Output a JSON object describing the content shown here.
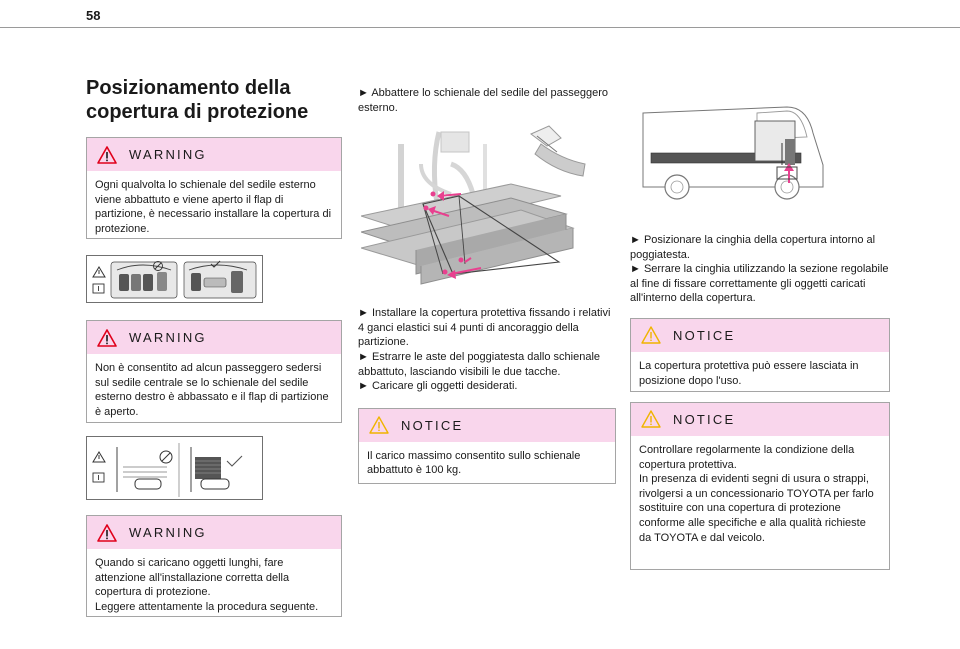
{
  "page": {
    "number": "58"
  },
  "section_title": "Posizionamento della copertura di protezione",
  "col1": {
    "warnings": [
      {
        "keyword": "WARNING",
        "text": "Ogni qualvolta lo schienale del sedile esterno viene abbattuto e viene aperto il flap di partizione, è necessario installare la copertura di protezione."
      },
      {
        "keyword": "WARNING",
        "text": "Non è consentito ad alcun passeggero sedersi sul sedile centrale se lo schienale del sedile esterno destro è abbassato e il flap di partizione è aperto."
      },
      {
        "keyword": "WARNING",
        "text_lines": [
          "Quando si caricano oggetti lunghi, fare attenzione all'installazione corretta della copertura di protezione.",
          "Leggere attentamente la procedura seguente."
        ]
      }
    ]
  },
  "col2": {
    "step1": "► Abbattere lo schienale del sedile del passeggero esterno.",
    "steps": [
      "► Installare la copertura protettiva fissando i relativi 4 ganci elastici sui 4 punti di ancoraggio della partizione.",
      "► Estrarre le aste del poggiatesta dallo schienale abbattuto, lasciando visibili le due tacche.",
      "► Caricare gli oggetti desiderati."
    ],
    "notice": {
      "keyword": "NOTICE",
      "text": "Il carico massimo consentito sullo schienale abbattuto è 100 kg."
    }
  },
  "col3": {
    "steps": [
      "► Posizionare la cinghia della copertura intorno al poggiatesta.",
      "► Serrare la cinghia utilizzando la sezione regolabile al fine di fissare correttamente gli oggetti caricati all'interno della copertura."
    ],
    "notices": [
      {
        "keyword": "NOTICE",
        "text": "La copertura protettiva può essere lasciata in posizione dopo l'uso."
      },
      {
        "keyword": "NOTICE",
        "text_lines": [
          "Controllare regolarmente la condizione della copertura protettiva.",
          "In presenza di evidenti segni di usura o strappi, rivolgersi a un concessionario TOYOTA per farlo sostituire con una copertura di protezione conforme alle specifiche e alla qualità richieste da TOYOTA e dal veicolo."
        ]
      }
    ]
  },
  "colors": {
    "warning_header": "#f9d6ec",
    "warning_icon": "#e0001b",
    "notice_icon": "#f0b400",
    "arrow_pink": "#e8408f"
  }
}
